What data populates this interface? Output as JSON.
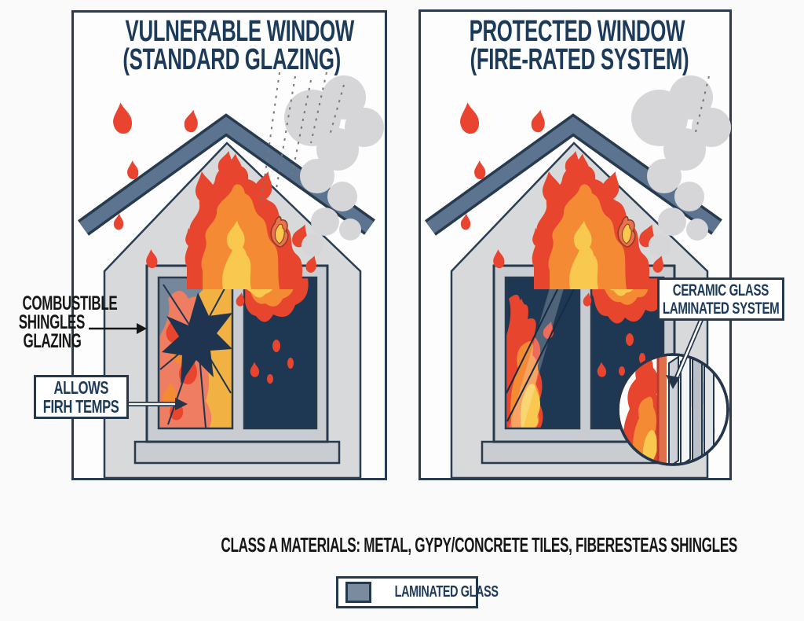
{
  "panels": {
    "left": {
      "title_line1": "VULNERABLE WINDOW",
      "title_line2": "(STANDARD GLAZING)"
    },
    "right": {
      "title_line1": "PROTECTED WINDOW",
      "title_line2": "(FIRE-RATED SYSTEM)"
    }
  },
  "labels": {
    "combustible": {
      "line1": "COMBUSTIBLE",
      "line2": "SHINGLES",
      "line3": "GLAZING"
    },
    "allows_box": {
      "line1": "ALLOWS",
      "line2": "FIRH TEMPS"
    },
    "ceramic_box": {
      "line1": "CERAMIC GLASS",
      "line2": "LAMINATED SYSTEM"
    }
  },
  "footer": {
    "materials_text": "CLASS A MATERIALS: METAL, GYPY/CONCRETE TILES, FIBERESTEAS SHINGLES",
    "legend_label": "LAMINATED GLASS"
  },
  "palette": {
    "outline_navy": "#24384e",
    "title_navy": "#1c3a5a",
    "text_black": "#161616",
    "wall_gray": "#d8d9db",
    "roof_slate": "#5c7490",
    "frame_gray": "#c9ccd0",
    "glass_navy": "#1e3854",
    "flame_red": "#e8452f",
    "flame_orange": "#f58a35",
    "flame_yellow": "#f8c94e",
    "flame_salmon": "#ee7d62",
    "smoke_gray": "#d6d6d8",
    "ember_red": "#e84430",
    "legend_swatch": "#7b8b9e"
  }
}
